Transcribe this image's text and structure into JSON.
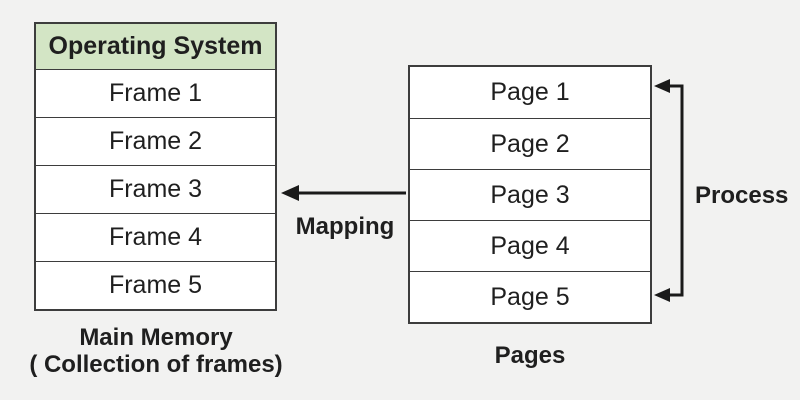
{
  "diagram": {
    "main_memory": {
      "header": "Operating System",
      "frames": [
        "Frame 1",
        "Frame 2",
        "Frame 3",
        "Frame 4",
        "Frame 5"
      ],
      "caption_line1": "Main Memory",
      "caption_line2": "( Collection of frames)"
    },
    "pages": {
      "items": [
        "Page 1",
        "Page 2",
        "Page 3",
        "Page 4",
        "Page 5"
      ],
      "caption": "Pages"
    },
    "labels": {
      "mapping": "Mapping",
      "process": "Process"
    },
    "colors": {
      "background": "#f2f2f1",
      "os_header_bg": "#d3e5c5",
      "border": "#3d3d3d",
      "text": "#1f1f1f",
      "arrow": "#1a1a1a"
    }
  }
}
